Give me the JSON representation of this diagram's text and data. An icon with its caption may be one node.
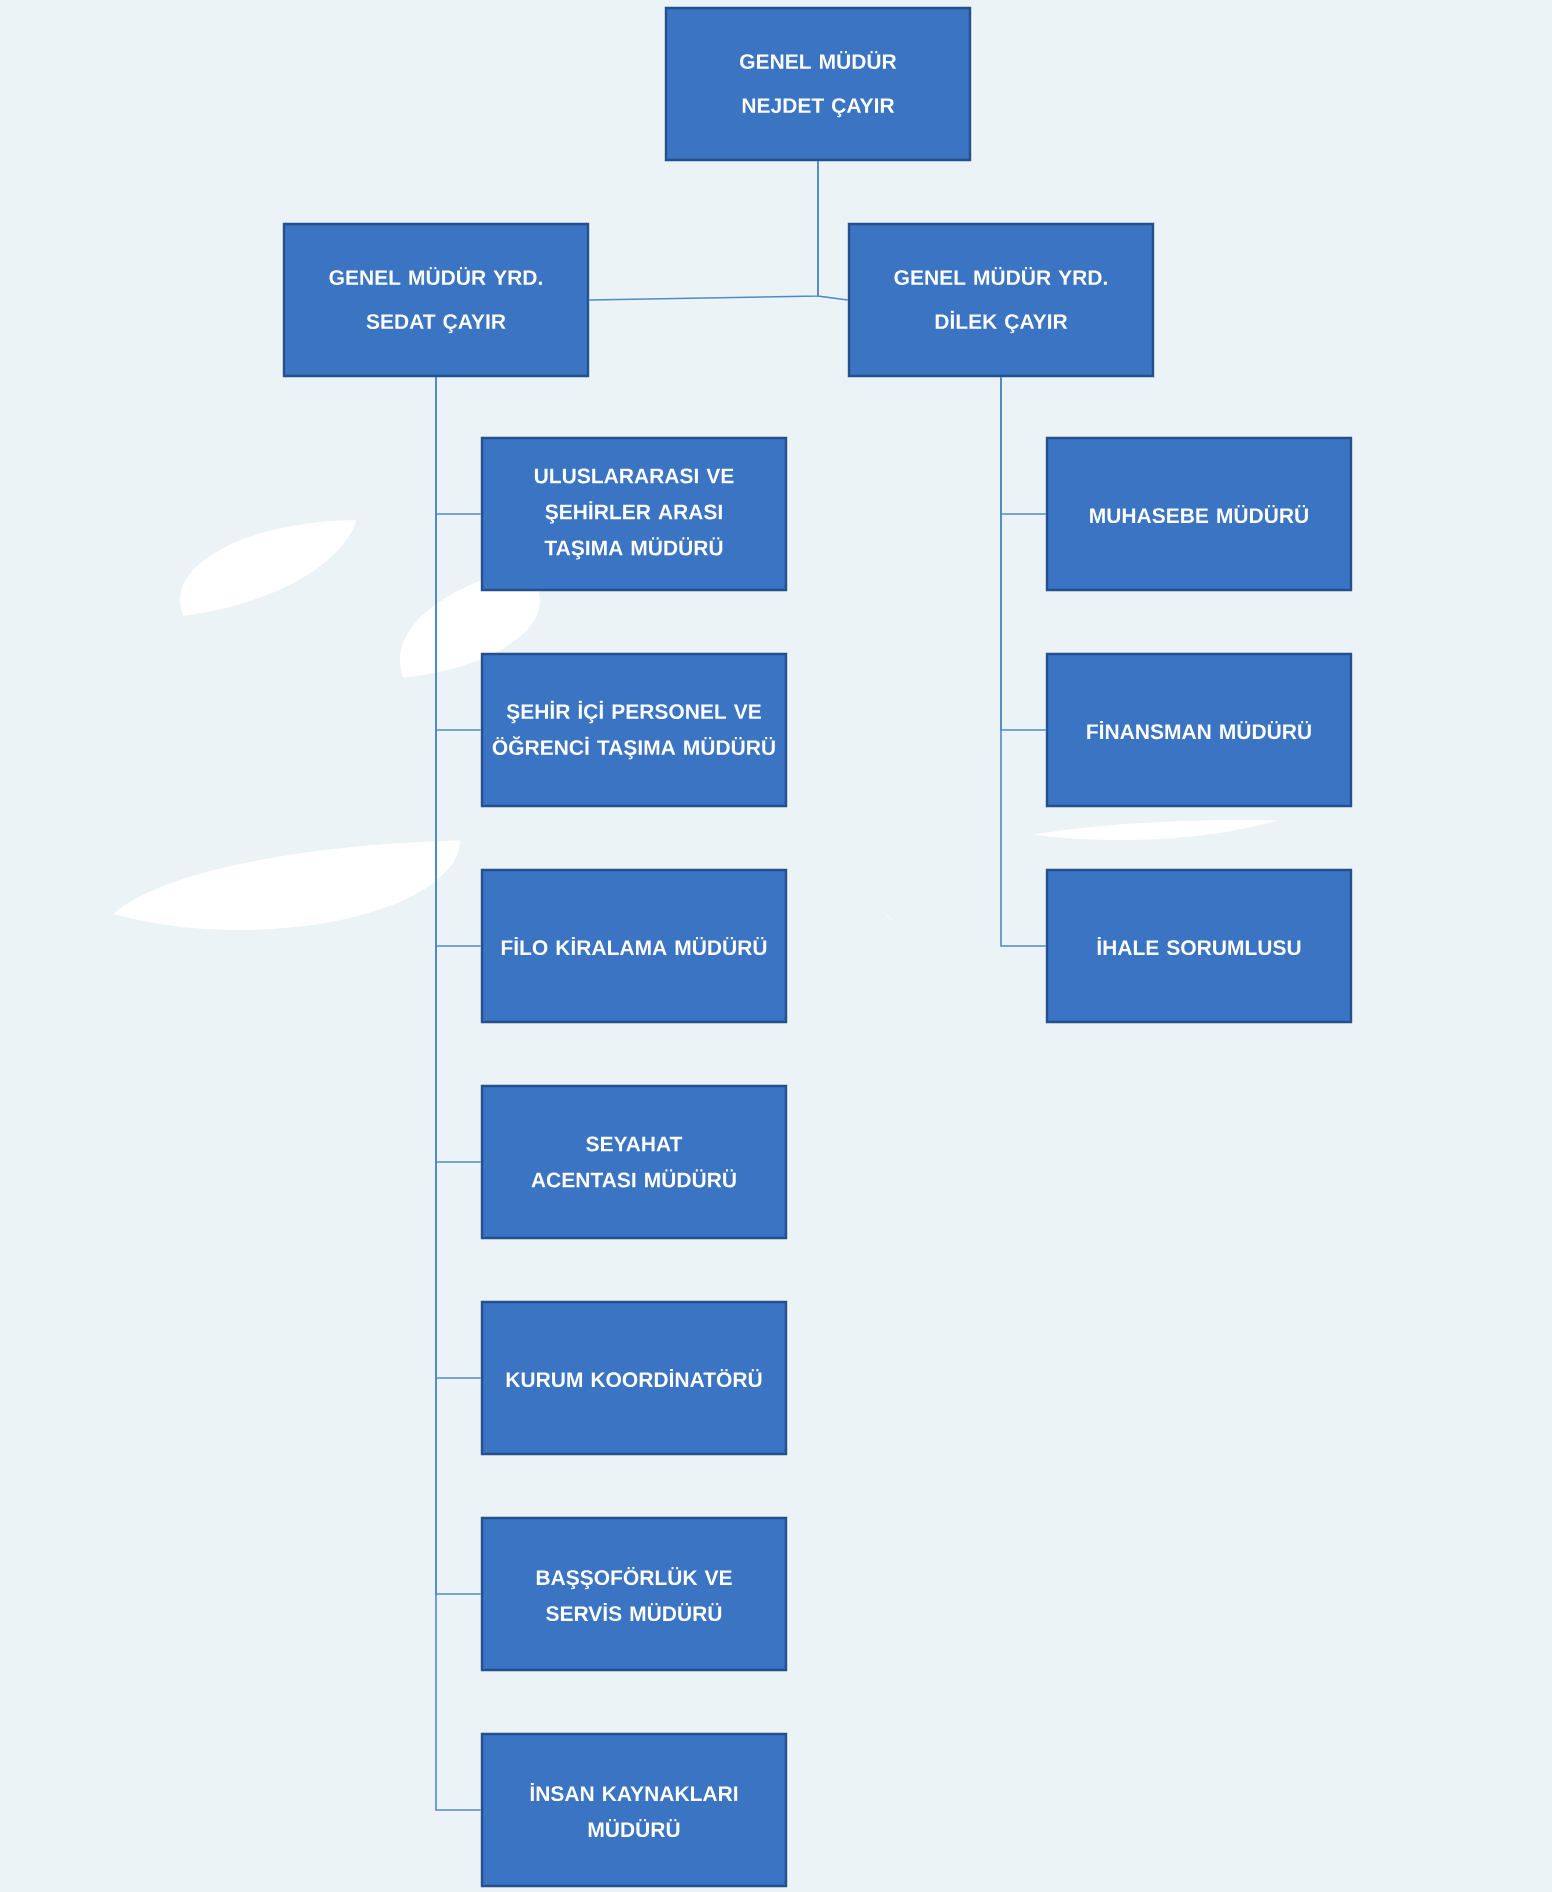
{
  "diagram": {
    "nodes": [
      {
        "text": [
          "GENEL MÜDÜR",
          "NEJDET ÇAYIR"
        ]
      },
      {
        "text": [
          "GENEL MÜDÜR YRD.",
          "SEDAT ÇAYIR"
        ]
      },
      {
        "text": [
          "GENEL MÜDÜR YRD.",
          "DİLEK ÇAYIR"
        ]
      },
      {
        "text": [
          "ULUSLARARASI VE ŞEHİRLER ARASI TAŞIMA MÜDÜRÜ"
        ]
      },
      {
        "text": [
          "MUHASEBE MÜDÜRÜ"
        ]
      },
      {
        "text": [
          "ŞEHİR İÇİ PERSONEL VE ÖĞRENCİ TAŞIMA MÜDÜRÜ"
        ]
      },
      {
        "text": [
          "FİNANSMAN MÜDÜRÜ"
        ]
      },
      {
        "text": [
          "FİLO KİRALAMA MÜDÜRÜ"
        ]
      },
      {
        "text": [
          "İHALE SORUMLUSU"
        ]
      },
      {
        "text": [
          "SEYAHAT ACENTASI MÜDÜRÜ"
        ]
      },
      {
        "text": [
          "KURUM KOORDİNATÖRÜ"
        ]
      },
      {
        "text": [
          "BAŞŞOFÖRLÜK VE SERVİS MÜDÜRÜ"
        ]
      },
      {
        "text": [
          "İNSAN KAYNAKLARI MÜDÜRÜ"
        ]
      }
    ],
    "edges": [
      {
        "from": 0,
        "to": 1,
        "arrow": "none"
      },
      {
        "from": 0,
        "to": 2,
        "arrow": "none"
      },
      {
        "from": 1,
        "to": 3,
        "arrow": "none"
      },
      {
        "from": 1,
        "to": 5,
        "arrow": "none"
      },
      {
        "from": 1,
        "to": 7,
        "arrow": "none"
      },
      {
        "from": 1,
        "to": 9,
        "arrow": "none"
      },
      {
        "from": 1,
        "to": 10,
        "arrow": "none"
      },
      {
        "from": 1,
        "to": 11,
        "arrow": "none"
      },
      {
        "from": 1,
        "to": 12,
        "arrow": "none"
      },
      {
        "from": 2,
        "to": 4,
        "arrow": "none"
      },
      {
        "from": 2,
        "to": 6,
        "arrow": "none"
      },
      {
        "from": 2,
        "to": 8,
        "arrow": "none"
      }
    ]
  }
}
